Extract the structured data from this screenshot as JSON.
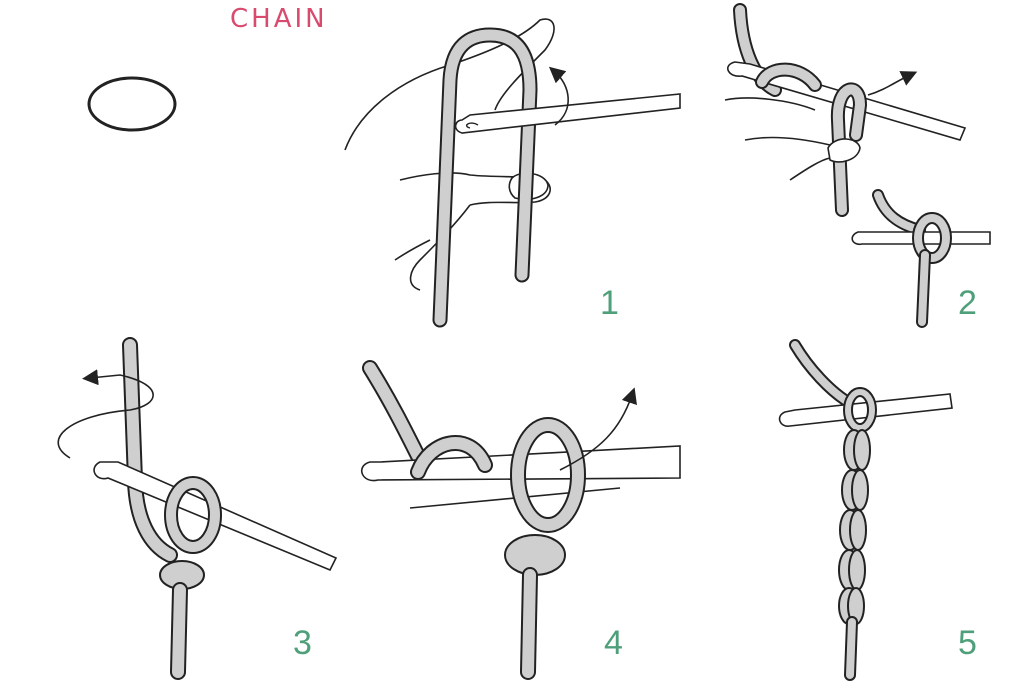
{
  "title": "CHAIN",
  "colors": {
    "title": "#d84a6e",
    "step_number": "#4fa07a",
    "yarn_fill": "#cfcfcf",
    "outline": "#222222"
  },
  "steps": [
    {
      "number": "1"
    },
    {
      "number": "2"
    },
    {
      "number": "3"
    },
    {
      "number": "4"
    },
    {
      "number": "5"
    }
  ]
}
